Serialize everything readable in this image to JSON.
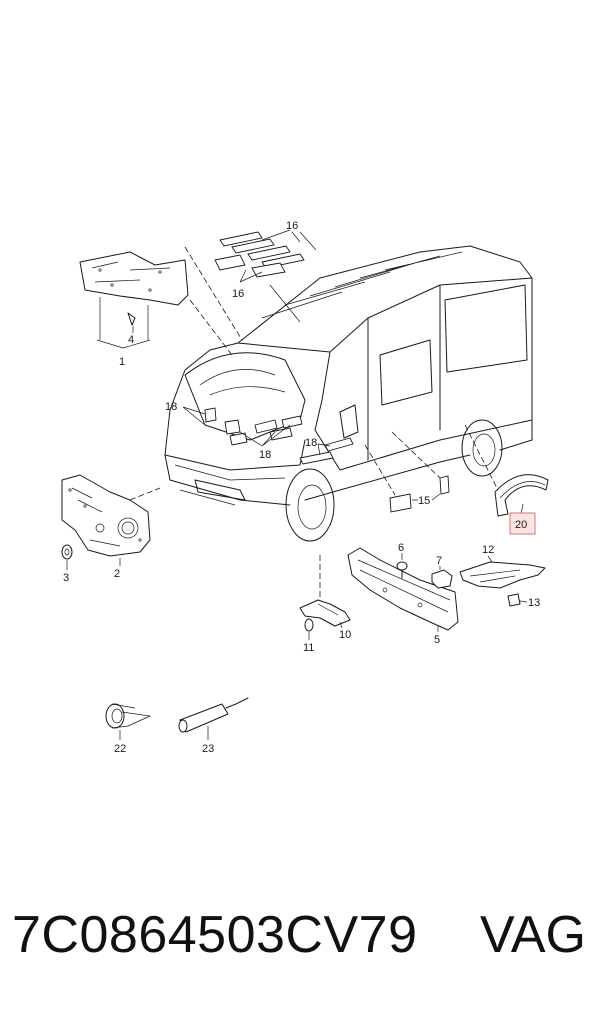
{
  "callouts": {
    "c1": "1",
    "c2": "2",
    "c3": "3",
    "c4": "4",
    "c5": "5",
    "c6": "6",
    "c7": "7",
    "c10": "10",
    "c11": "11",
    "c12": "12",
    "c13": "13",
    "c15": "15",
    "c16a": "16",
    "c16b": "16",
    "c18a": "18",
    "c18b": "18",
    "c18c": "18",
    "c20": "20",
    "c22": "22",
    "c23": "23"
  },
  "highlighted_callout": "20",
  "colors": {
    "highlight_fill": "#fbe3e3",
    "highlight_border": "#d27a7a",
    "line": "#1a1a1a"
  },
  "footer": {
    "part_number": "7C0864503CV79",
    "brand": "VAG"
  }
}
